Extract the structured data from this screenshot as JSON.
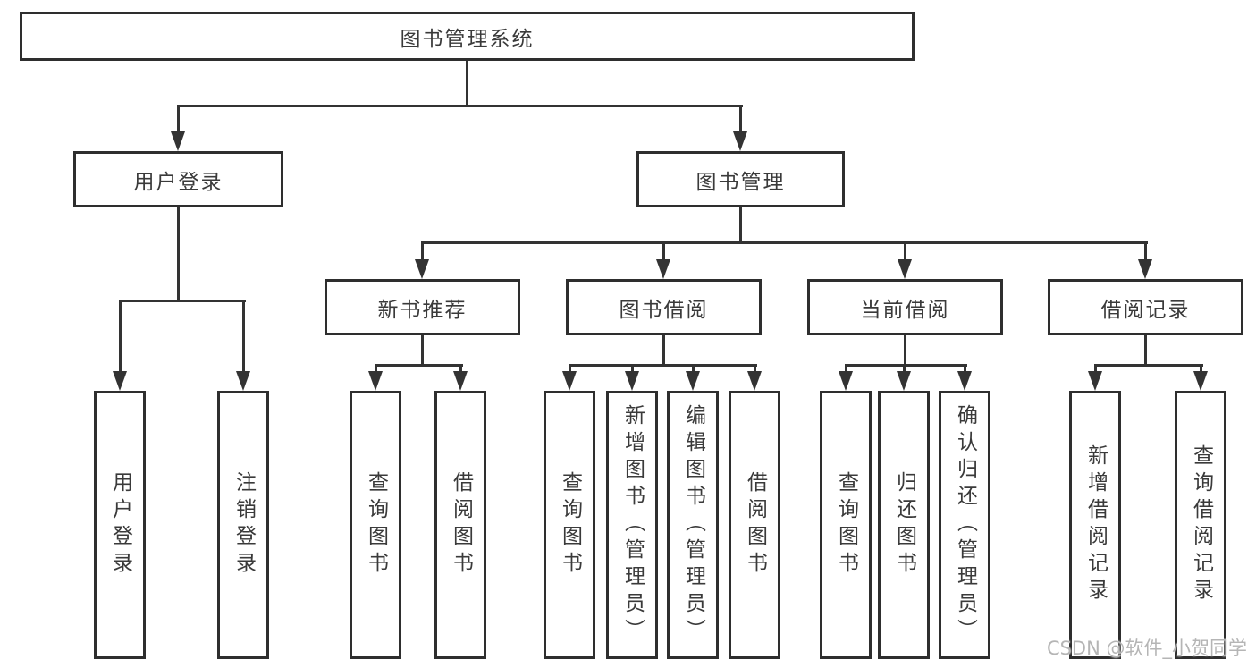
{
  "diagram": {
    "root_label": "图书管理系统",
    "level2": {
      "user_login": "用户登录",
      "book_management": "图书管理"
    },
    "level3": {
      "new_books": "新书推荐",
      "book_borrow": "图书借阅",
      "current_borrow": "当前借阅",
      "borrow_records": "借阅记录"
    },
    "leaves": {
      "user_login": [
        "用户登录",
        "注销登录"
      ],
      "new_books": [
        "查询图书",
        "借阅图书"
      ],
      "book_borrow": [
        "查询图书",
        "新增图书（管理员）",
        "编辑图书（管理员）",
        "借阅图书"
      ],
      "current_borrow": [
        "查询图书",
        "归还图书",
        "确认归还（管理员）"
      ],
      "borrow_records": [
        "新增借阅记录",
        "查询借阅记录"
      ]
    }
  },
  "watermark": {
    "text": "CSDN @软件_小贺同学"
  },
  "colors": {
    "background": "#ffffff",
    "box_border": "#2e2e2e",
    "line": "#333333",
    "text": "#3a3a3a",
    "watermark": "#b5b5b5"
  }
}
